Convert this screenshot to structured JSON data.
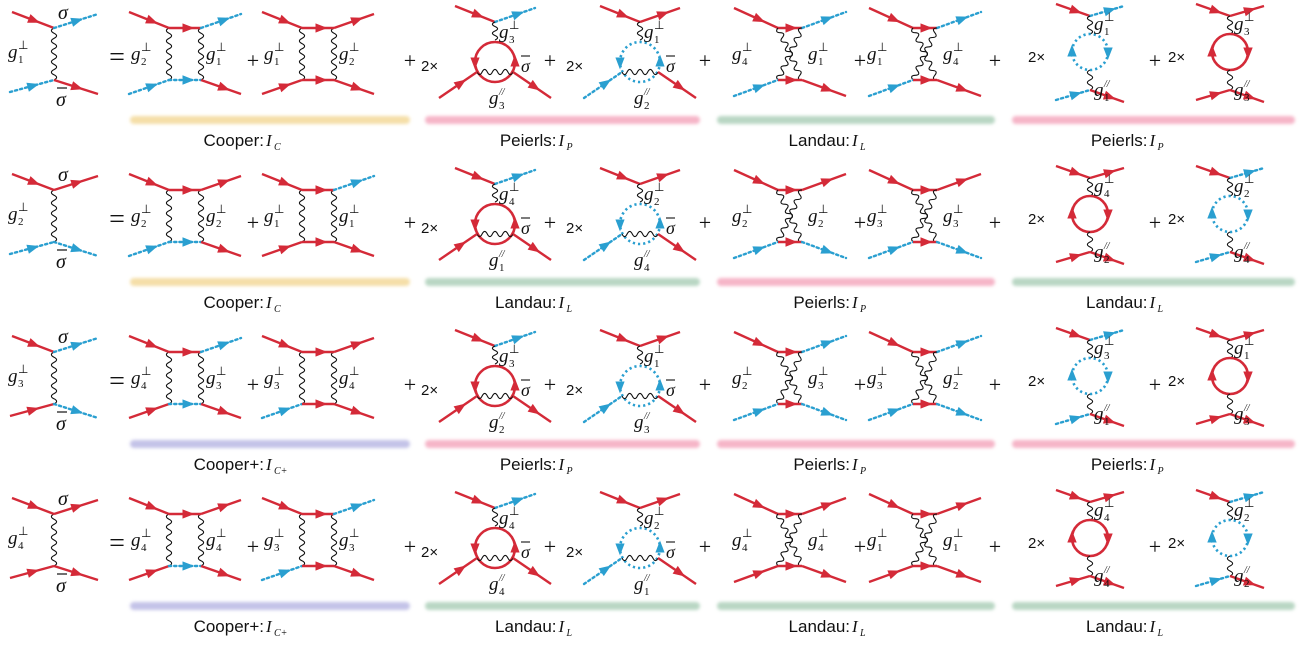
{
  "colors": {
    "red": "#d42a38",
    "blue": "#2a9fd0",
    "wavy": "#111111",
    "cooper": "#f5dfa8",
    "peierls": "#f6b5c8",
    "landau": "#b9d7c4",
    "cooper_plus": "#c4c3e8"
  },
  "symbols": {
    "sigma": "σ",
    "sigma_bar": "σ̄",
    "equals": "=",
    "plus": "+",
    "two_times": "2×",
    "perp": "⊥",
    "par": "//"
  },
  "rows": [
    {
      "lhs_sub": "1",
      "lhs_out": [
        "red-in",
        "blue-out",
        "blue-in",
        "red-out"
      ],
      "terms": [
        {
          "kind": "ladder",
          "left": "2",
          "right": "1",
          "coef": ""
        },
        {
          "kind": "ladder",
          "left": "1",
          "right": "2",
          "coef": ""
        },
        {
          "kind": "bubble",
          "top": "3",
          "bottom": "3",
          "loop": "red",
          "coef": "2×"
        },
        {
          "kind": "bubble",
          "top": "1",
          "bottom": "2",
          "loop": "blue",
          "coef": "2×"
        },
        {
          "kind": "crossed",
          "left": "4",
          "right": "1",
          "coef": ""
        },
        {
          "kind": "crossed",
          "left": "1",
          "right": "4",
          "coef": ""
        },
        {
          "kind": "rpa",
          "top": "1",
          "bottom": "1",
          "loop": "blue",
          "coef": "2×"
        },
        {
          "kind": "rpa",
          "top": "3",
          "bottom": "3",
          "loop": "red",
          "coef": "2×"
        }
      ],
      "bands": [
        {
          "channel": "Cooper",
          "symbol": "I",
          "sub": "C",
          "color": "cooper"
        },
        {
          "channel": "Peierls",
          "symbol": "I",
          "sub": "P",
          "color": "peierls"
        },
        {
          "channel": "Landau",
          "symbol": "I",
          "sub": "L",
          "color": "landau"
        },
        {
          "channel": "Peierls",
          "symbol": "I",
          "sub": "P",
          "color": "peierls"
        }
      ]
    },
    {
      "lhs_sub": "2",
      "lhs_out": [
        "red-in",
        "red-out",
        "blue-in",
        "blue-out"
      ],
      "terms": [
        {
          "kind": "ladder",
          "left": "2",
          "right": "2",
          "coef": ""
        },
        {
          "kind": "ladder",
          "left": "1",
          "right": "1",
          "coef": ""
        },
        {
          "kind": "bubble",
          "top": "4",
          "bottom": "1",
          "loop": "red",
          "coef": "2×"
        },
        {
          "kind": "bubble",
          "top": "2",
          "bottom": "4",
          "loop": "blue",
          "coef": "2×"
        },
        {
          "kind": "crossed",
          "left": "2",
          "right": "2",
          "coef": ""
        },
        {
          "kind": "crossed",
          "left": "3",
          "right": "3",
          "coef": ""
        },
        {
          "kind": "rpa",
          "top": "4",
          "bottom": "2",
          "loop": "red",
          "coef": "2×"
        },
        {
          "kind": "rpa",
          "top": "2",
          "bottom": "4",
          "loop": "blue",
          "coef": "2×"
        }
      ],
      "bands": [
        {
          "channel": "Cooper",
          "symbol": "I",
          "sub": "C",
          "color": "cooper"
        },
        {
          "channel": "Landau",
          "symbol": "I",
          "sub": "L",
          "color": "landau"
        },
        {
          "channel": "Peierls",
          "symbol": "I",
          "sub": "P",
          "color": "peierls"
        },
        {
          "channel": "Landau",
          "symbol": "I",
          "sub": "L",
          "color": "landau"
        }
      ]
    },
    {
      "lhs_sub": "3",
      "lhs_out": [
        "red-in",
        "blue-out",
        "red-in",
        "blue-out"
      ],
      "terms": [
        {
          "kind": "ladder",
          "left": "4",
          "right": "3",
          "coef": ""
        },
        {
          "kind": "ladder",
          "left": "3",
          "right": "4",
          "coef": ""
        },
        {
          "kind": "bubble",
          "top": "3",
          "bottom": "2",
          "loop": "red",
          "coef": "2×"
        },
        {
          "kind": "bubble",
          "top": "1",
          "bottom": "3",
          "loop": "blue",
          "coef": "2×"
        },
        {
          "kind": "crossed",
          "left": "2",
          "right": "3",
          "coef": ""
        },
        {
          "kind": "crossed",
          "left": "3",
          "right": "2",
          "coef": ""
        },
        {
          "kind": "rpa",
          "top": "3",
          "bottom": "1",
          "loop": "blue",
          "coef": "2×"
        },
        {
          "kind": "rpa",
          "top": "1",
          "bottom": "3",
          "loop": "red",
          "coef": "2×"
        }
      ],
      "bands": [
        {
          "channel": "Cooper+",
          "symbol": "I",
          "sub": "C+",
          "color": "cooper_plus"
        },
        {
          "channel": "Peierls",
          "symbol": "I",
          "sub": "P",
          "color": "peierls"
        },
        {
          "channel": "Peierls",
          "symbol": "I",
          "sub": "P",
          "color": "peierls"
        },
        {
          "channel": "Peierls",
          "symbol": "I",
          "sub": "P",
          "color": "peierls"
        }
      ]
    },
    {
      "lhs_sub": "4",
      "lhs_out": [
        "red-in",
        "red-out",
        "red-in",
        "red-out"
      ],
      "terms": [
        {
          "kind": "ladder",
          "left": "4",
          "right": "4",
          "coef": ""
        },
        {
          "kind": "ladder",
          "left": "3",
          "right": "3",
          "coef": ""
        },
        {
          "kind": "bubble",
          "top": "4",
          "bottom": "4",
          "loop": "red",
          "coef": "2×"
        },
        {
          "kind": "bubble",
          "top": "2",
          "bottom": "1",
          "loop": "blue",
          "coef": "2×"
        },
        {
          "kind": "crossed",
          "left": "4",
          "right": "4",
          "coef": ""
        },
        {
          "kind": "crossed",
          "left": "1",
          "right": "1",
          "coef": ""
        },
        {
          "kind": "rpa",
          "top": "4",
          "bottom": "4",
          "loop": "red",
          "coef": "2×"
        },
        {
          "kind": "rpa",
          "top": "2",
          "bottom": "2",
          "loop": "blue",
          "coef": "2×"
        }
      ],
      "bands": [
        {
          "channel": "Cooper+",
          "symbol": "I",
          "sub": "C+",
          "color": "cooper_plus"
        },
        {
          "channel": "Landau",
          "symbol": "I",
          "sub": "L",
          "color": "landau"
        },
        {
          "channel": "Landau",
          "symbol": "I",
          "sub": "L",
          "color": "landau"
        },
        {
          "channel": "Landau",
          "symbol": "I",
          "sub": "L",
          "color": "landau"
        }
      ]
    }
  ]
}
